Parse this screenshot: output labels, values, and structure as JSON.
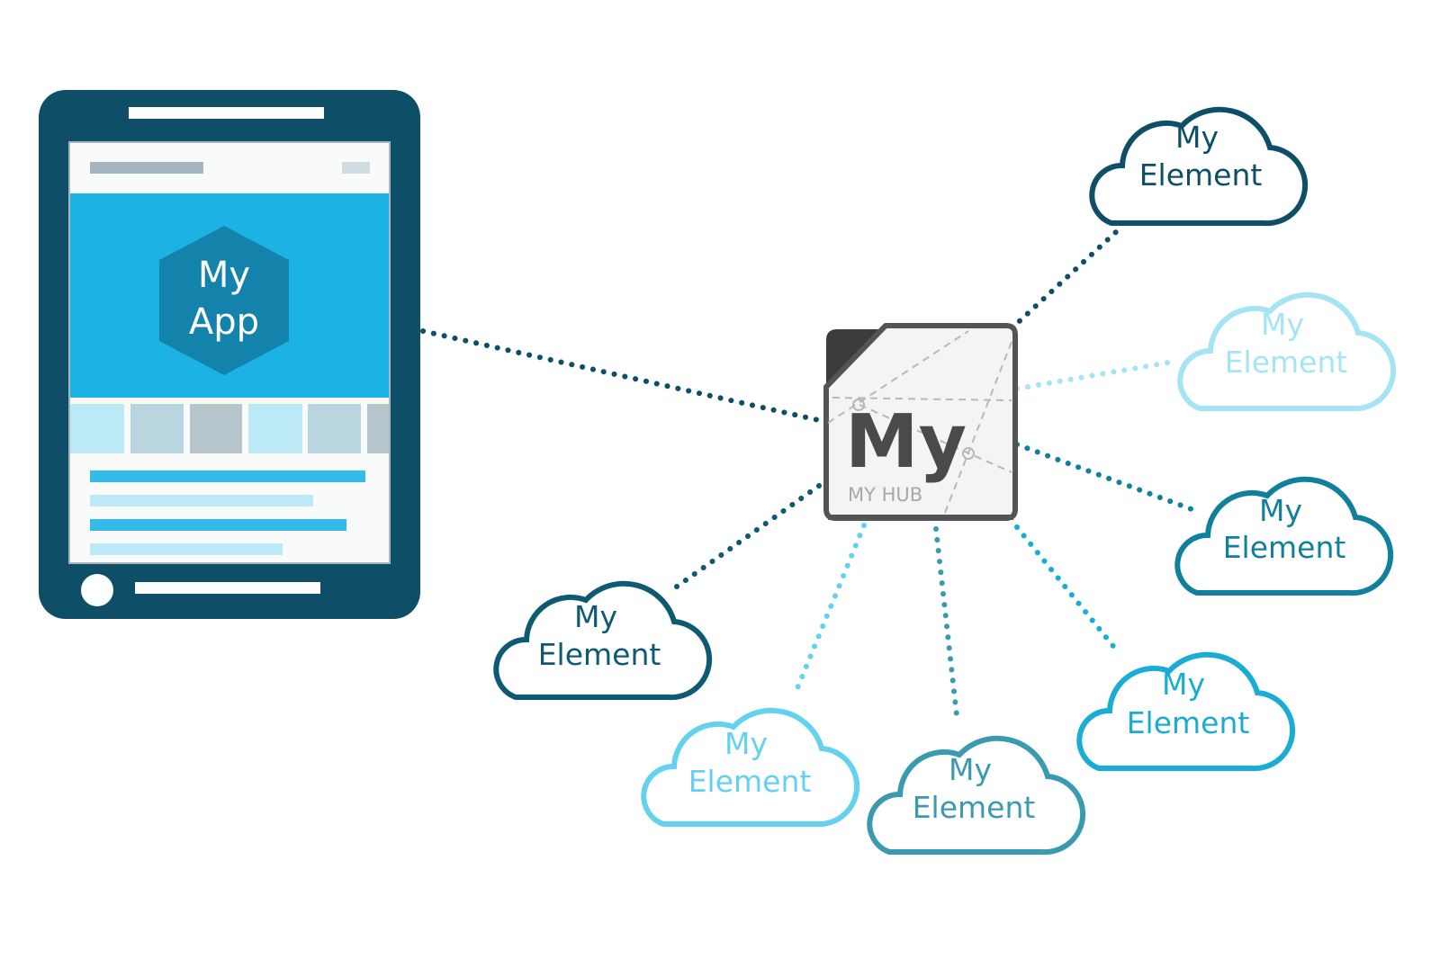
{
  "app": {
    "line1": "My",
    "line2": "App"
  },
  "hub": {
    "logo": "My",
    "name": "MY HUB"
  },
  "elements": [
    {
      "line1": "My",
      "line2": "Element",
      "color": "#0e4f67"
    },
    {
      "line1": "My",
      "line2": "Element",
      "color": "#a4e4f4"
    },
    {
      "line1": "My",
      "line2": "Element",
      "color": "#11809c"
    },
    {
      "line1": "My",
      "line2": "Element",
      "color": "#19acd5"
    },
    {
      "line1": "My",
      "line2": "Element",
      "color": "#3a9ab0"
    },
    {
      "line1": "My",
      "line2": "Element",
      "color": "#64d2ef"
    },
    {
      "line1": "My",
      "line2": "Element",
      "color": "#0f5a73"
    }
  ],
  "colors": {
    "device_frame": "#0e4f67",
    "screen_hero": "#1cb3e4",
    "hexagon": "#1483ac",
    "hub_border": "#545454"
  }
}
